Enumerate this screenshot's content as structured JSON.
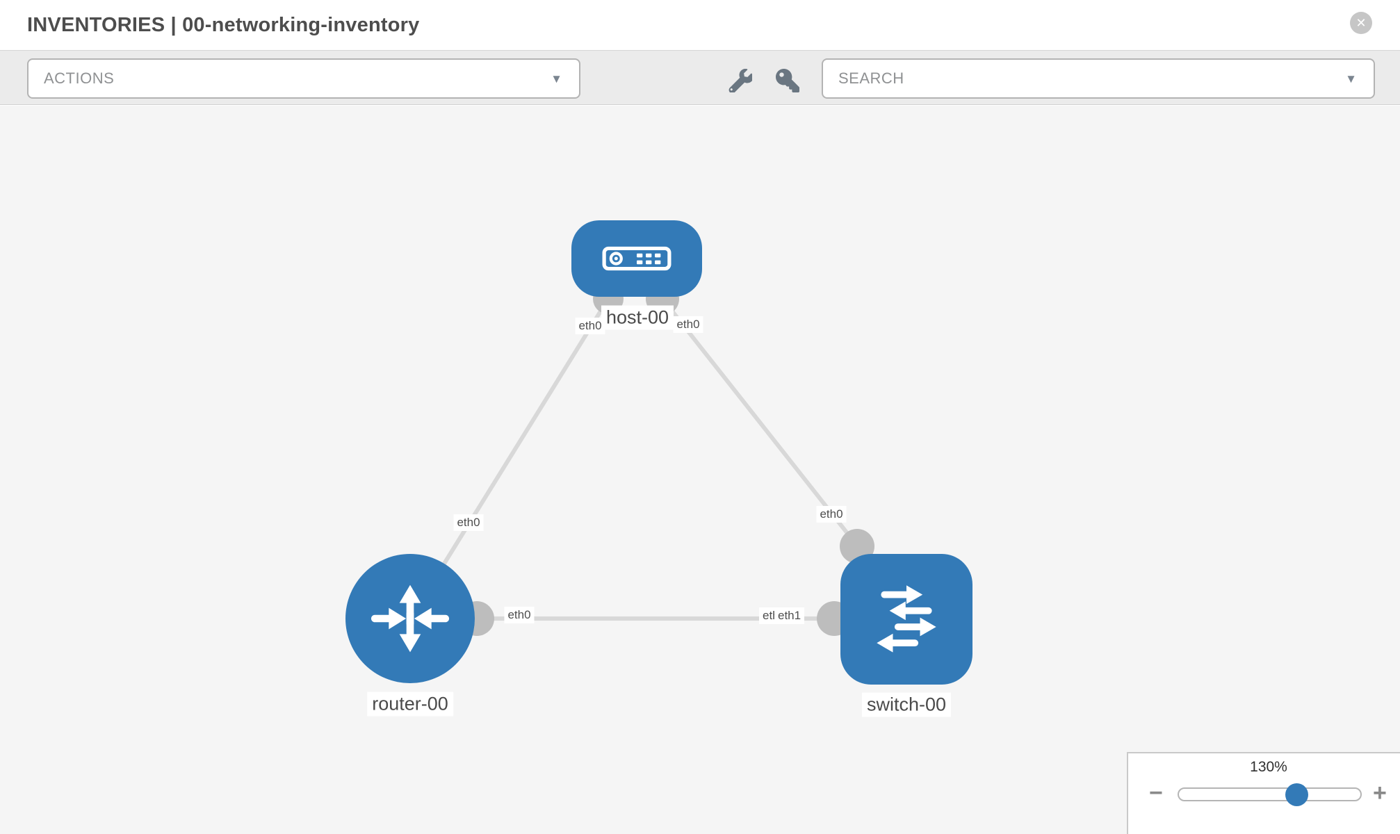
{
  "header": {
    "title": "INVENTORIES | 00-networking-inventory"
  },
  "toolbar": {
    "actions_label": "ACTIONS",
    "search_label": "SEARCH"
  },
  "icons": {
    "close": "✕",
    "caret": "▼",
    "wrench": "wrench-icon",
    "key": "key-icon"
  },
  "topology": {
    "nodes": [
      {
        "id": "host-00",
        "type": "host",
        "label": "host-00"
      },
      {
        "id": "router-00",
        "type": "router",
        "label": "router-00"
      },
      {
        "id": "switch-00",
        "type": "switch",
        "label": "switch-00"
      }
    ],
    "links": [
      {
        "from": "host-00",
        "to": "router-00",
        "from_if": "eth0",
        "to_if": "eth0"
      },
      {
        "from": "host-00",
        "to": "switch-00",
        "from_if": "eth0",
        "to_if": "eth0"
      },
      {
        "from": "router-00",
        "to": "switch-00",
        "from_if": "eth0",
        "to_if": "eth1"
      }
    ],
    "link_labels": [
      "eth0",
      "eth0",
      "eth0",
      "eth0",
      "eth0",
      "eth0",
      "eth1"
    ]
  },
  "zoom_control": {
    "level": "130%",
    "minus": "−",
    "plus": "+"
  },
  "colors": {
    "node_blue": "#337ab7",
    "link_gray": "#d8d8d8",
    "interface_gray": "#bdbdbd",
    "toolbar_gray": "#ebebeb",
    "canvas_gray": "#f5f5f5"
  }
}
